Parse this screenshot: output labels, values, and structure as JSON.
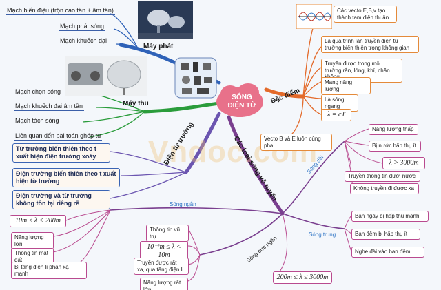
{
  "center": {
    "line1": "SÓNG",
    "line2": "ĐIỆN TỪ"
  },
  "watermark": "Vndoc.com",
  "branches": {
    "may_phat": {
      "label": "Máy phát",
      "items": [
        "Mạch biến điệu (trộn cao tần + âm tần)",
        "Mạch phát sóng",
        "Mạch khuếch đại"
      ]
    },
    "may_thu": {
      "label": "Máy thu",
      "items": [
        "Mạch chọn sóng",
        "Mạch khuếch đại âm tần",
        "Mạch tách sóng",
        "Liên quan đến bài toán ghép tụ"
      ]
    },
    "dac_diem": {
      "label": "Đặc điểm",
      "items": [
        "Các vecto E,B,v tạo thành tam diện thuận",
        "Là quá trình lan truyền điện từ trường biến thiên trong không gian",
        "Truyền được trong môi trường rắn, lỏng, khí, chân không",
        "Mang năng lượng",
        "Là sóng ngang",
        "λ = cT",
        "Vecto B và E luôn cùng pha"
      ]
    },
    "dien_tu_truong": {
      "label": "Điện từ trường",
      "items": [
        "Từ trường biến thiên theo t xuất hiện điện trường xoáy",
        "Điện trường biến thiên theo t xuất hiện từ trường",
        "Điện trường và từ trường không tồn tại riêng rẽ"
      ]
    },
    "cac_loai_song": {
      "label": "Các loại sóng vô tuyến",
      "song_dai": {
        "label": "Sóng dài",
        "items": [
          "Năng lượng thấp",
          "Bị nước hấp thụ ít",
          "λ > 3000m",
          "Truyền thông tin dưới nước",
          "Không truyền đi được xa"
        ]
      },
      "song_trung": {
        "label": "Sóng trung",
        "items": [
          "Ban ngày bị hấp thụ mạnh",
          "Ban đêm bị hấp thụ ít",
          "Nghe đài vào ban đêm",
          "200m ≤ λ ≤ 3000m"
        ]
      },
      "song_ngan": {
        "label": "Sóng ngắn",
        "items": [
          "10m ≤ λ < 200m",
          "Năng lượng lớn",
          "Thông tin mặt đất",
          "Bị tầng điện li phản xạ mạnh"
        ]
      },
      "song_cuc_ngan": {
        "label": "Sóng cực ngắn",
        "items": [
          "Thông tin vũ trụ",
          "10⁻²m ≤ λ < 10m",
          "Truyền được rất xa, qua tầng điện li",
          "Năng lượng rất lớn"
        ]
      }
    }
  },
  "colors": {
    "may_phat": "#2f62b8",
    "may_thu": "#2a9c3b",
    "dac_diem": "#e36a2a",
    "dien_tu_truong": "#6b55b0",
    "song_loai": "#7a3f8f",
    "center_cloud": "#e8718a"
  },
  "icons": [
    "antenna-dish-icon",
    "radio-receiver-icon",
    "device-cluster-icon",
    "wave-vector-icon"
  ]
}
